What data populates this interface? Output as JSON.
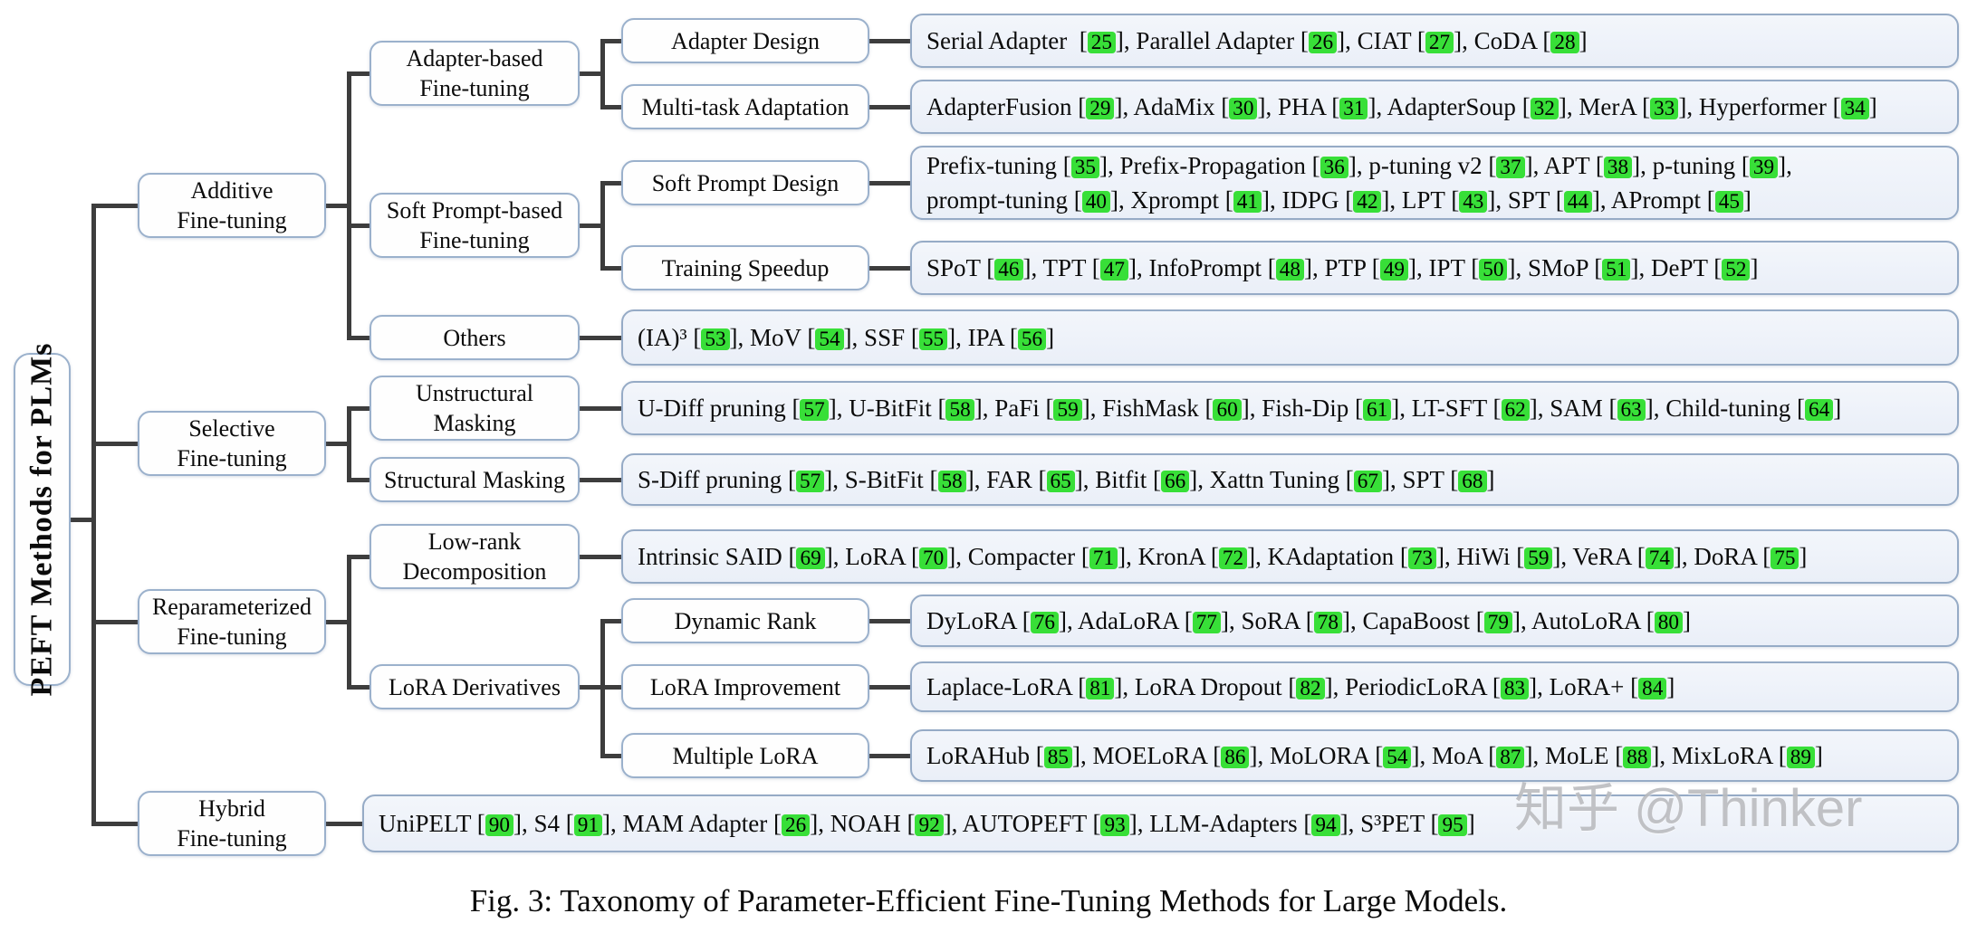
{
  "figure": {
    "caption": "Fig. 3: Taxonomy of Parameter-Efficient Fine-Tuning Methods for Large Models.",
    "watermark": "知乎 @Thinker"
  },
  "colors": {
    "leaf_fill": "#edf1f9",
    "label_fill": "#fefefe",
    "box_border": "#9bb1cc",
    "connector_line": "#3d3d3d",
    "citation_bg": "#38df38",
    "citation_text": "#000000"
  },
  "tree": {
    "root_label": "PEFT Methods for PLMs",
    "branches": [
      {
        "id": "additive",
        "label": "Additive\nFine-tuning",
        "children": [
          {
            "id": "adapter_based",
            "label": "Adapter-based\nFine-tuning",
            "children": [
              {
                "id": "adapter_design",
                "label": "Adapter Design",
                "leaf": "Serial Adapter  [25], Parallel Adapter [26], CIAT [27], CoDA [28]"
              },
              {
                "id": "multitask",
                "label": "Multi-task Adaptation",
                "leaf": "AdapterFusion [29], AdaMix [30], PHA [31], AdapterSoup [32], MerA [33], Hyperformer [34]"
              }
            ]
          },
          {
            "id": "soft_prompt",
            "label": "Soft Prompt-based\nFine-tuning",
            "children": [
              {
                "id": "softprompt_design",
                "label": "Soft Prompt Design",
                "leaf": "Prefix-tuning [35], Prefix-Propagation [36], p-tuning v2 [37], APT [38], p-tuning [39],\nprompt-tuning [40], Xprompt [41], IDPG [42], LPT [43], SPT [44], APrompt [45]"
              },
              {
                "id": "training_speedup",
                "label": "Training Speedup",
                "leaf": "SPoT [46], TPT [47], InfoPrompt [48], PTP [49], IPT [50], SMoP [51], DePT [52]"
              }
            ]
          },
          {
            "id": "others",
            "label": "Others",
            "leaf": "(IA)³ [53], MoV [54], SSF [55], IPA [56]"
          }
        ]
      },
      {
        "id": "selective",
        "label": "Selective\nFine-tuning",
        "children": [
          {
            "id": "unstructural",
            "label": "Unstructural\nMasking",
            "leaf": "U-Diff pruning [57], U-BitFit [58], PaFi [59], FishMask [60], Fish-Dip [61], LT-SFT [62], SAM [63], Child-tuning [64]"
          },
          {
            "id": "structural",
            "label": "Structural Masking",
            "leaf": "S-Diff pruning [57], S-BitFit [58], FAR [65], Bitfit [66], Xattn Tuning [67], SPT [68]"
          }
        ]
      },
      {
        "id": "reparam",
        "label": "Reparameterized\nFine-tuning",
        "children": [
          {
            "id": "lowrank",
            "label": "Low-rank\nDecomposition",
            "leaf": "Intrinsic SAID [69], LoRA [70], Compacter [71], KronA [72], KAdaptation [73], HiWi [59], VeRA [74], DoRA [75]"
          },
          {
            "id": "lora_deriv",
            "label": "LoRA Derivatives",
            "children": [
              {
                "id": "dynamic_rank",
                "label": "Dynamic Rank",
                "leaf": "DyLoRA [76], AdaLoRA [77], SoRA [78], CapaBoost [79], AutoLoRA [80]"
              },
              {
                "id": "lora_improve",
                "label": "LoRA Improvement",
                "leaf": "Laplace-LoRA [81], LoRA Dropout [82], PeriodicLoRA [83], LoRA+ [84]"
              },
              {
                "id": "multiple_lora",
                "label": "Multiple LoRA",
                "leaf": "LoRAHub [85], MOELoRA [86], MoLORA [54], MoA [87], MoLE [88], MixLoRA [89]"
              }
            ]
          }
        ]
      },
      {
        "id": "hybrid",
        "label": "Hybrid\nFine-tuning",
        "leaf": "UniPELT [90], S4 [91], MAM Adapter [26], NOAH [92], AUTOPEFT [93], LLM-Adapters [94], S³PET [95]"
      }
    ]
  }
}
